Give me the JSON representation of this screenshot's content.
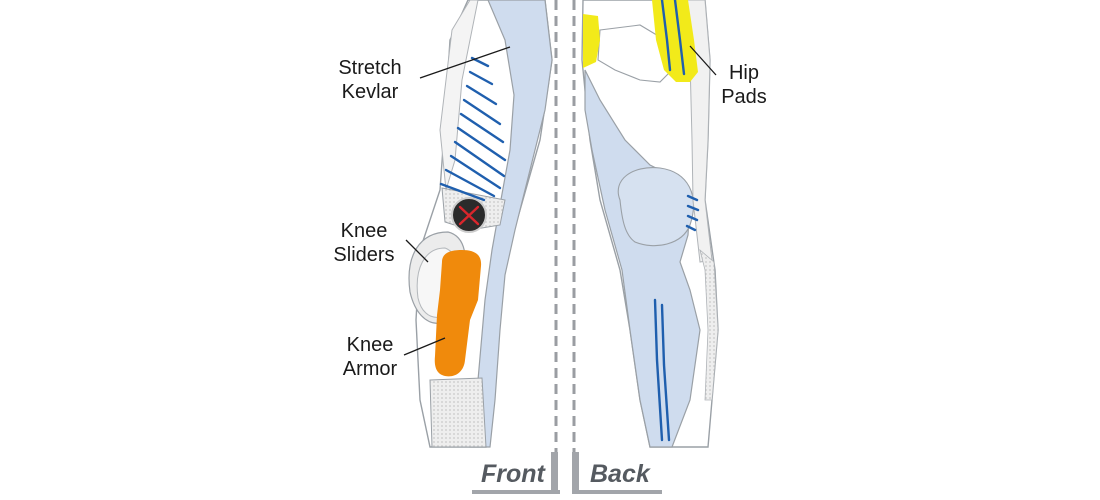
{
  "labels": {
    "stretch_kevlar": [
      "Stretch",
      "Kevlar"
    ],
    "hip_pads": [
      "Hip",
      "Pads"
    ],
    "knee_sliders": [
      "Knee",
      "Sliders"
    ],
    "knee_armor": [
      "Knee",
      "Armor"
    ]
  },
  "views": {
    "front": "Front",
    "back": "Back"
  },
  "colors": {
    "kevlar_panel": "#cfdcee",
    "stitch_blue": "#1f5fae",
    "hip_pad_yellow": "#f2ea1a",
    "knee_armor_orange": "#f08a0c",
    "outline_gray": "#9aa0a6",
    "divider_gray": "#9a9da2"
  },
  "icons": {
    "knee_logo": "x-logo-icon"
  }
}
